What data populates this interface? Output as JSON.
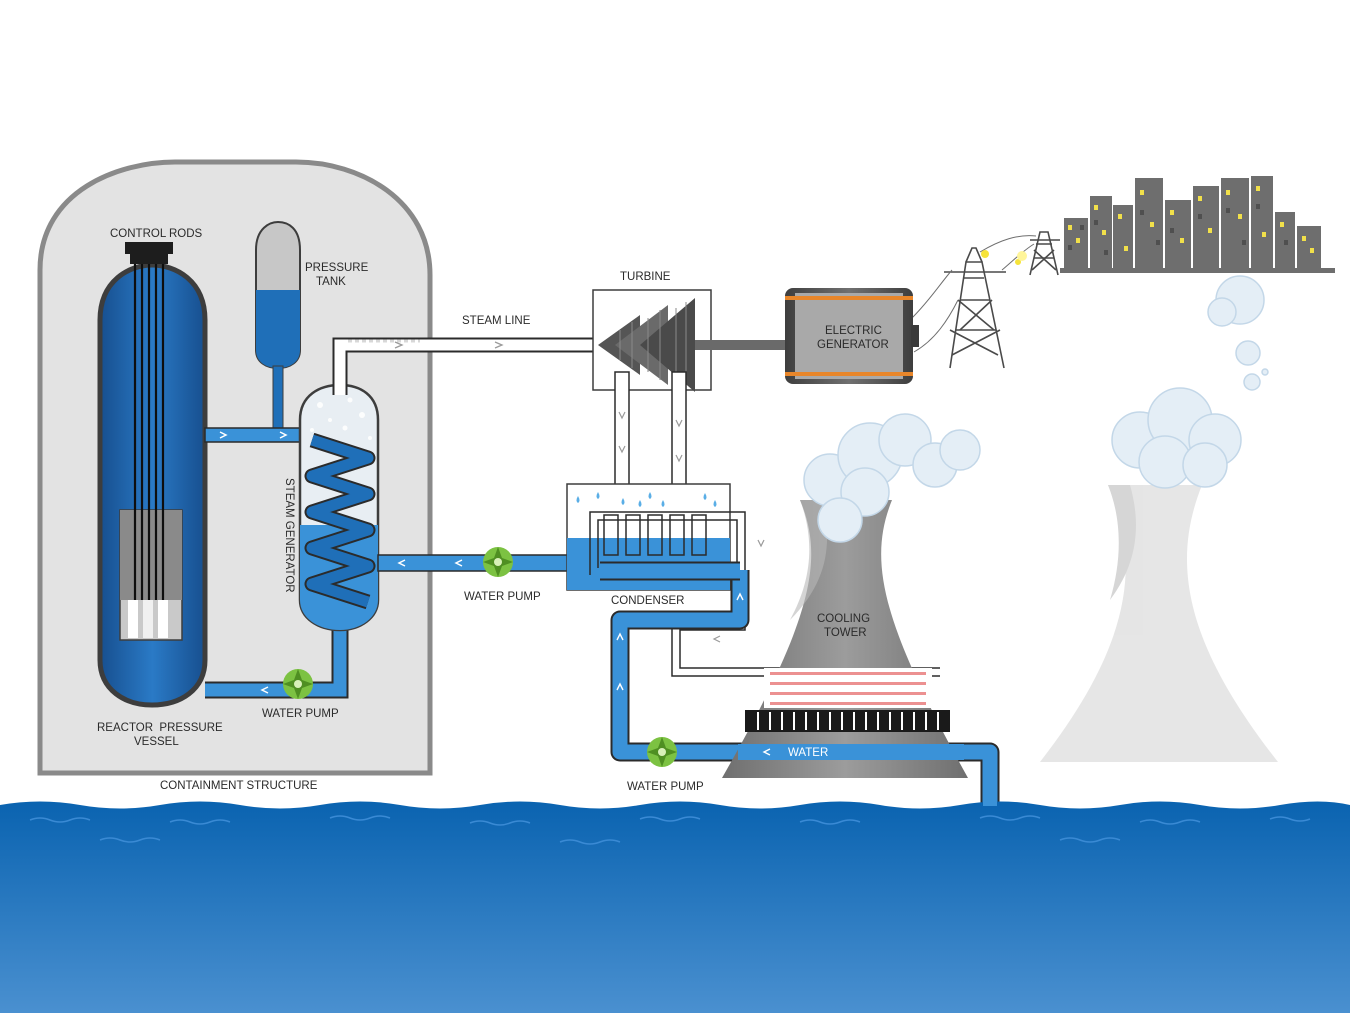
{
  "labels": {
    "control_rods": "CONTROL RODS",
    "pressure_tank_1": "PRESSURE",
    "pressure_tank_2": "TANK",
    "steam_line": "STEAM LINE",
    "turbine": "TURBINE",
    "electric_generator_1": "ELECTRIC",
    "electric_generator_2": "GENERATOR",
    "steam_generator": "STEAM GENERATOR",
    "water_pump_1": "WATER PUMP",
    "water_pump_2": "WATER PUMP",
    "water_pump_3": "WATER PUMP",
    "condenser": "CONDENSER",
    "cooling_tower_1": "COOLING",
    "cooling_tower_2": "TOWER",
    "water": "WATER",
    "reactor_vessel_1": "REACTOR  PRESSURE",
    "reactor_vessel_2": "VESSEL",
    "containment": "CONTAINMENT STRUCTURE"
  },
  "colors": {
    "primary_blue": "#1f6fb8",
    "pipe_blue": "#3a92d8",
    "light_blue": "#5aaee6",
    "containment_fill": "#e3e3e3",
    "containment_border": "#8a8a8a",
    "tower_gray": "#8c8c8c",
    "sea_top": "#0a63b0",
    "sea_bottom": "#4a90d0",
    "pump_green": "#7cc242",
    "generator_orange": "#e8862a",
    "city_gray": "#6e6e6e",
    "window_yellow": "#f1e04a"
  }
}
